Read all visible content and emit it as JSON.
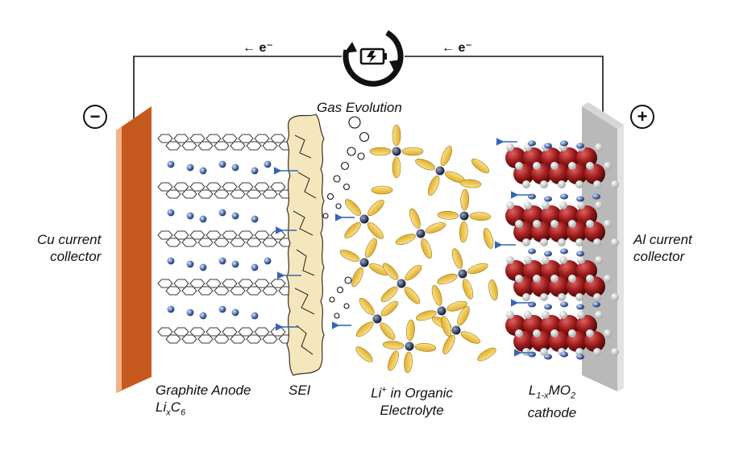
{
  "labels": {
    "gas_evolution": "Gas Evolution",
    "cu_collector_1": "Cu current",
    "cu_collector_2": "collector",
    "al_collector_1": "Al current",
    "al_collector_2": "collector",
    "anode_1": "Graphite Anode",
    "anode_formula_a": "Li",
    "anode_formula_b": "x",
    "anode_formula_c": "C",
    "anode_formula_d": "6",
    "sei": "SEI",
    "electrolyte_1a": "Li",
    "electrolyte_1b": "+",
    "electrolyte_1c": " in Organic",
    "electrolyte_2": "Electrolyte",
    "cathode_1a": "L",
    "cathode_1b": "1-x",
    "cathode_1c": "MO",
    "cathode_1d": "2",
    "cathode_2": "cathode"
  },
  "circuit": {
    "left_electron": "← e⁻",
    "right_electron": "← e⁻",
    "negative_terminal": "−",
    "positive_terminal": "+"
  },
  "colors": {
    "cu_collector": "#c65a1e",
    "cu_collector_light": "#f4b38a",
    "al_collector": "#b9b9b9",
    "al_collector_light": "#e2e2e2",
    "graphite_lines": "#3a3a3a",
    "sei_fill": "#f5e7bd",
    "lithium_ion": "#5e7fbf",
    "electrolyte_molecule": "#f2c84b",
    "cathode_oxygen": "#9e1c1c",
    "cathode_metal": "#e9e9e9",
    "arrow": "#3566b5"
  },
  "icons": [
    "charge-cycle-battery-icon"
  ]
}
